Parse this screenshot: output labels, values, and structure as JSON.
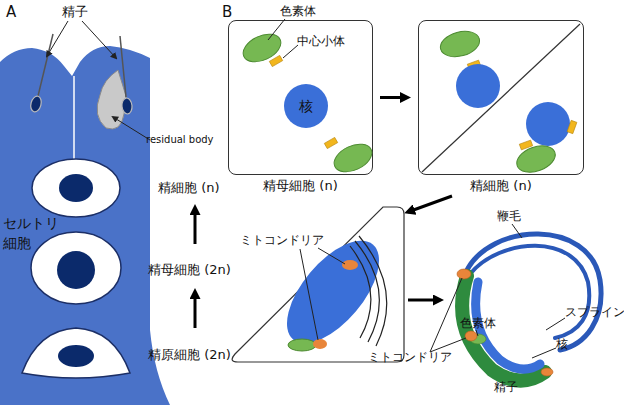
{
  "diagram": {
    "nodes": [
      {
        "text": [
          "セルトリ 細胞"
        ]
      },
      {
        "text": [
          "精母細胞 (n)"
        ]
      },
      {
        "text": [
          "核"
        ],
        "in": 1
      },
      {
        "text": [
          "精細胞 (n)"
        ]
      }
    ],
    "edges": [
      {
        "from": 1,
        "to": 3,
        "arrow": "to"
      }
    ],
    "labels": [
      "A",
      "精子",
      "residual body",
      "精細胞 (n)",
      "精母細胞 (2n)",
      "精原細胞 (2n)",
      "B",
      "色素体",
      "中心小体",
      "ミトコンドリア",
      "鞭毛",
      "色素体",
      "スプライン",
      "ミトコンドリア",
      "核",
      "精子"
    ]
  }
}
